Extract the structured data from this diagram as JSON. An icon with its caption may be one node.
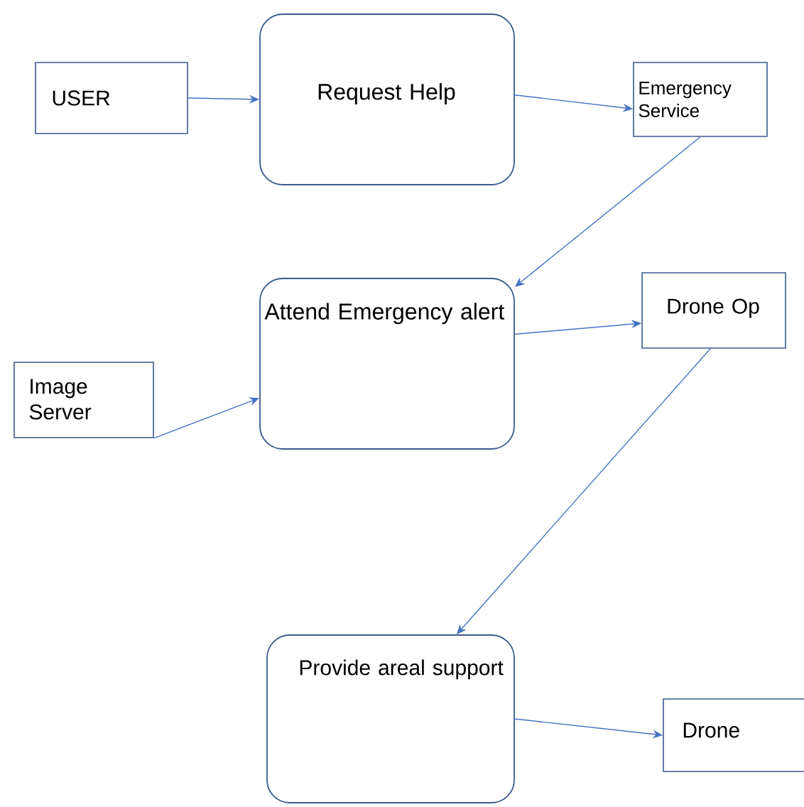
{
  "diagram": {
    "nodes": [
      {
        "text": [
          "USER"
        ]
      },
      {
        "text": [
          "Request Help"
        ]
      },
      {
        "text": [
          "Emergency Service"
        ]
      },
      {
        "text": [
          "Attend Emergency alert"
        ]
      },
      {
        "text": [
          "Drone Op"
        ]
      },
      {
        "text": [
          "Image Server"
        ]
      },
      {
        "text": [
          "Provide areal support"
        ]
      },
      {
        "text": [
          "Drone"
        ]
      }
    ],
    "edges": [
      {
        "from": 0,
        "to": 1,
        "arrow": "to"
      },
      {
        "from": 1,
        "to": 2,
        "arrow": "to"
      },
      {
        "from": 2,
        "to": 3,
        "arrow": "to"
      },
      {
        "from": 3,
        "to": 4,
        "arrow": "to"
      },
      {
        "from": 5,
        "to": 3,
        "arrow": "to"
      },
      {
        "from": 4,
        "to": 6,
        "arrow": "to"
      },
      {
        "from": 6,
        "to": 7,
        "arrow": "to"
      }
    ]
  }
}
